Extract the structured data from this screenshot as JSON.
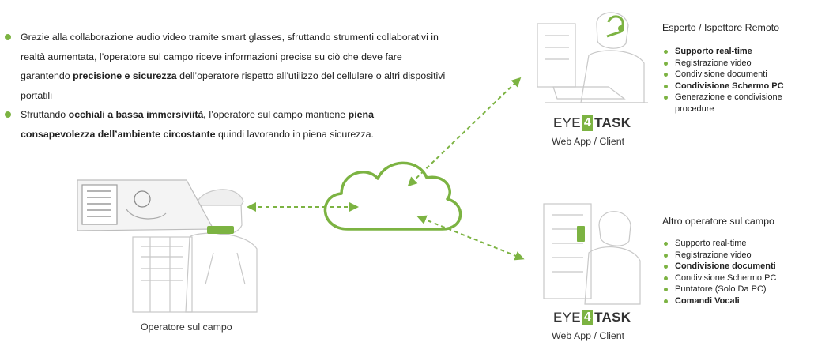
{
  "bullets": [
    {
      "parts": [
        {
          "text": "Grazie alla collaborazione audio video tramite smart glasses, sfruttando strumenti collaborativi in realtà aumentata, l’operatore sul campo riceve informazioni precise su ciò che deve fare garantendo ",
          "bold": false
        },
        {
          "text": "precisione e sicurezza",
          "bold": true
        },
        {
          "text": " dell’operatore rispetto all’utilizzo del cellulare o altri dispositivi portatili",
          "bold": false
        }
      ]
    },
    {
      "parts": [
        {
          "text": "Sfruttando ",
          "bold": false
        },
        {
          "text": "occhiali a bassa immersiviità,",
          "bold": true
        },
        {
          "text": " l’operatore sul campo mantiene ",
          "bold": false
        },
        {
          "text": "piena consapevolezza dell’ambiente circostante",
          "bold": true
        },
        {
          "text": " quindi lavorando in piena sicurezza.",
          "bold": false
        }
      ]
    }
  ],
  "expert": {
    "title": "Esperto / Ispettore Remoto",
    "items": [
      {
        "label": "Supporto real-time",
        "bold": true
      },
      {
        "label": "Registrazione video",
        "bold": false
      },
      {
        "label": "Condivisione documenti",
        "bold": false
      },
      {
        "label": "Condivisione Schermo PC",
        "bold": true
      },
      {
        "label": "Generazione e condivisione procedure",
        "bold": false
      }
    ]
  },
  "operator2": {
    "title": "Altro operatore sul campo",
    "items": [
      {
        "label": "Supporto real-time",
        "bold": false
      },
      {
        "label": "Registrazione video",
        "bold": false
      },
      {
        "label": "Condivisione documenti",
        "bold": true
      },
      {
        "label": "Condivisione Schermo PC",
        "bold": false
      },
      {
        "label": "Puntatore (Solo Da PC)",
        "bold": false
      },
      {
        "label": "Comandi Vocali",
        "bold": true
      }
    ]
  },
  "logo": {
    "eye": "EYE",
    "four": "4",
    "task": "TASK"
  },
  "client_caption": "Web App / Client",
  "field_operator_caption": "Operatore sul campo",
  "colors": {
    "accent": "#7cb342",
    "sketch": "#cfcfcf"
  }
}
